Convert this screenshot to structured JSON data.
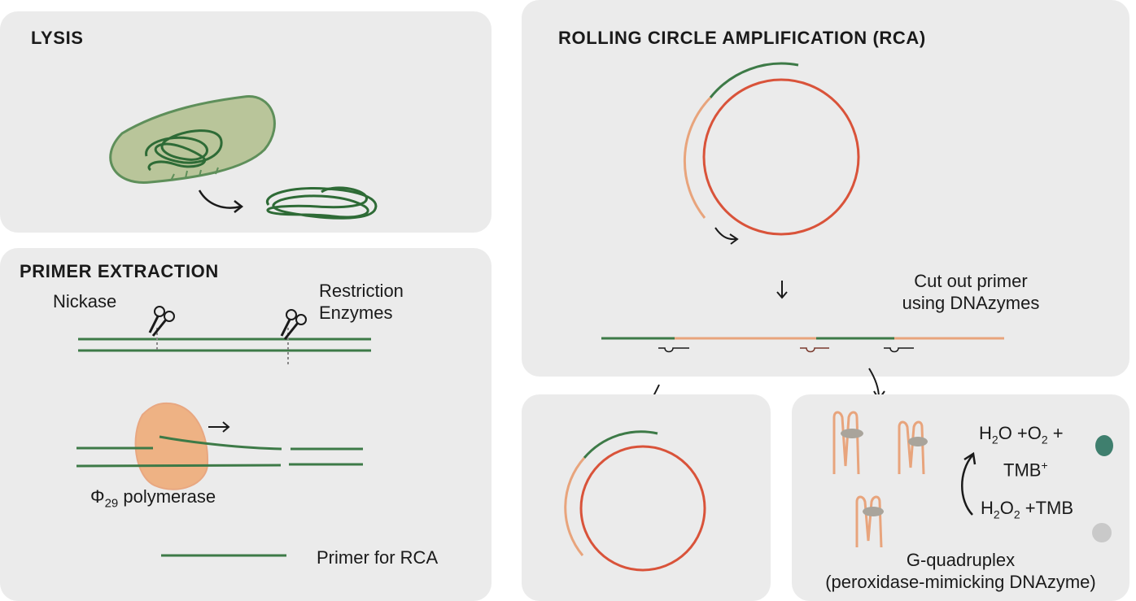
{
  "panels": {
    "lysis": {
      "title": "LYSIS"
    },
    "primer_extraction": {
      "title": "PRIMER EXTRACTION",
      "nickase_label": "Nickase",
      "restriction_label_line1": "Restriction",
      "restriction_label_line2": "Enzymes",
      "polymerase_symbol": "Φ",
      "polymerase_subscript": "29",
      "polymerase_text": " polymerase",
      "legend_label": "Primer for RCA"
    },
    "rca": {
      "title": "ROLLING CIRCLE AMPLIFICATION (RCA)",
      "cut_line1": "Cut out primer",
      "cut_line2": "using DNAzymes"
    },
    "gquad": {
      "h2o": "H",
      "h2o_sub": "2",
      "h2o_rest": "O +O",
      "o2_sub": "2",
      "o2_rest": " +",
      "tmb_plus": "TMB",
      "tmb_sup": "+",
      "h2o2_a": "H",
      "h2o2_sub1": "2",
      "h2o2_b": "O",
      "h2o2_sub2": "2",
      "h2o2_c": " +TMB",
      "caption_line1": "G-quadruplex",
      "caption_line2": "(peroxidase-mimicking DNAzyme)"
    }
  },
  "colors": {
    "panel_bg": "#ebebeb",
    "dna_green": "#3d7a47",
    "cell_fill": "#b9c59a",
    "cell_stroke": "#5e8f5a",
    "primer_orange": "#e8a47c",
    "circle_red": "#d9533a",
    "polymerase_fill": "#efb07f",
    "teal_dot": "#3f7f6e",
    "grey_dot": "#c9c9c9",
    "arrow": "#1a1a1a"
  },
  "icons": [
    "scissors-icon",
    "arrow-icon",
    "curved-arrow-icon"
  ]
}
